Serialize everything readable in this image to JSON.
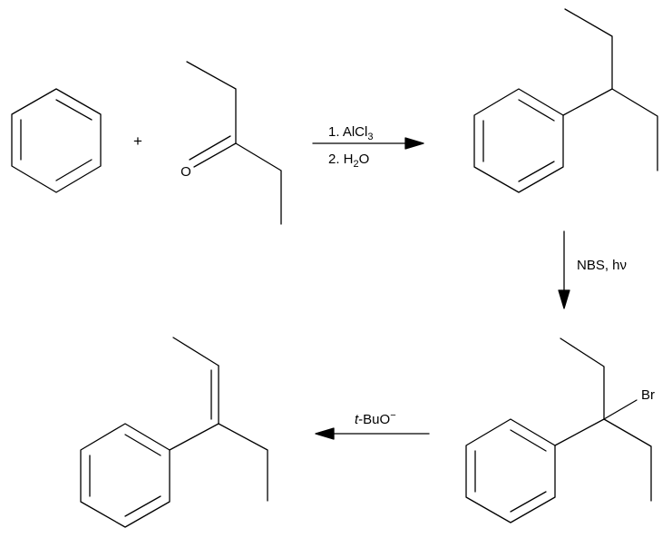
{
  "reaction_scheme": {
    "plus_sign": "+",
    "ketone_oxygen": "O",
    "step1": {
      "condition_line1": "1. AlCl",
      "condition_line1_sub": "3",
      "condition_line2_a": "2. H",
      "condition_line2_sub": "2",
      "condition_line2_b": "O"
    },
    "step2": {
      "condition": "NBS, hν"
    },
    "bromide_atom": "Br",
    "step3": {
      "condition_italic": "t",
      "condition_rest": "-BuO",
      "condition_sup": "−"
    }
  }
}
